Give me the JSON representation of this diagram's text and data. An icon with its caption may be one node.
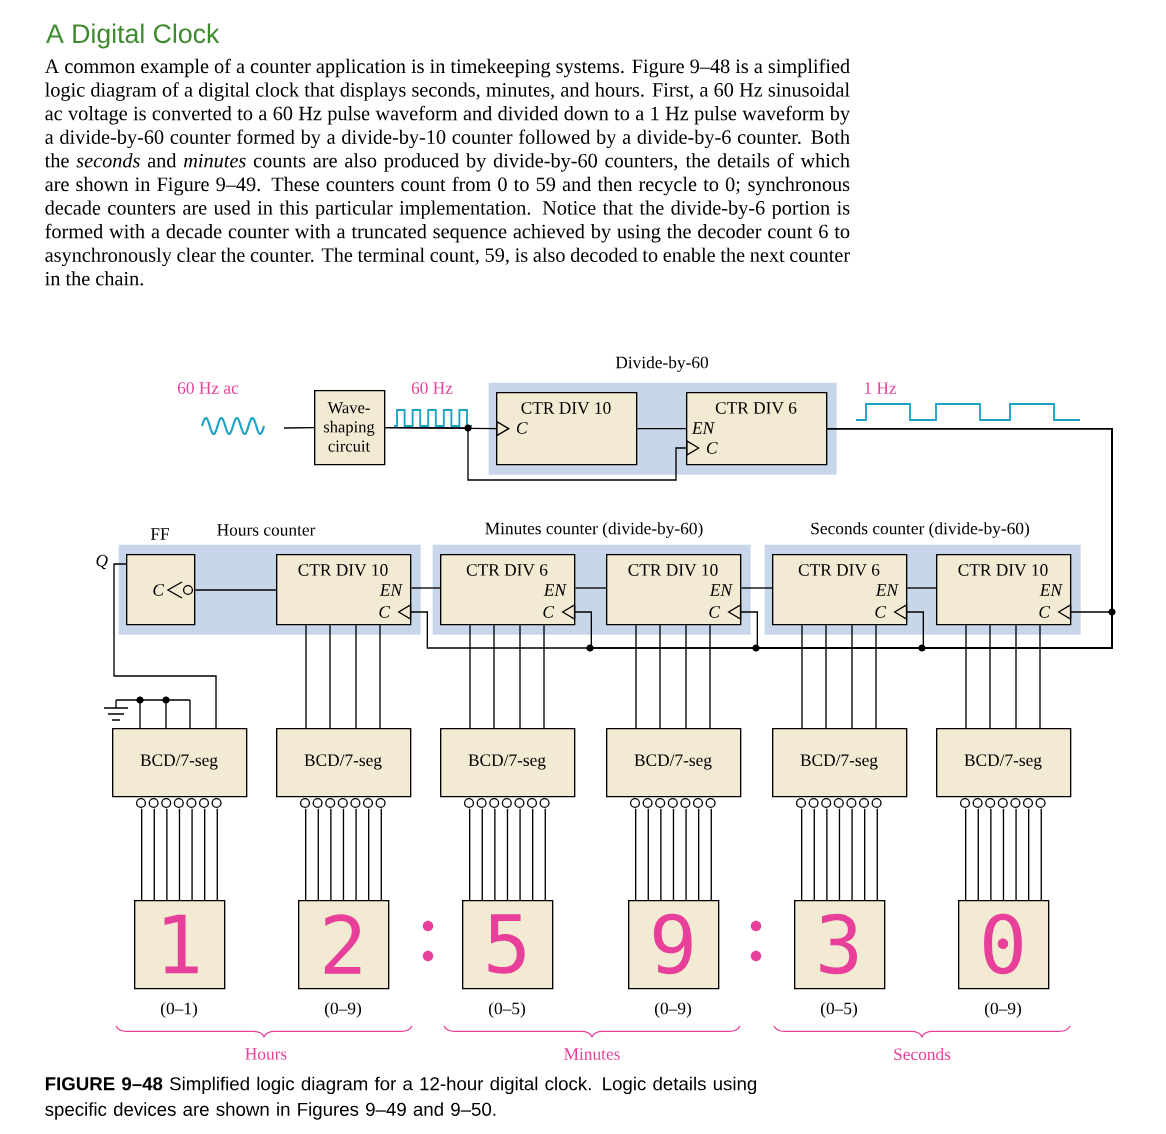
{
  "diagram": {
    "title": "A Digital Clock",
    "caption": "**FIGURE 9–48** Simplified logic diagram for a 12-hour digital clock. Logic details using specific devices are shown in Figures 9–49 and 9–50.",
    "nodes": [
      {
        "text": [
          "Divide-by-60"
        ]
      },
      {
        "text": [
          "Wave-shaping circuit"
        ]
      },
      {
        "text": [
          "CTR DIV 10",
          "C"
        ],
        "in": 0
      },
      {
        "text": [
          "CTR DIV 6",
          "EN",
          "C"
        ],
        "in": 0
      },
      {
        "text": [
          "Hours counter"
        ]
      },
      {
        "text": [
          "FF",
          "C"
        ],
        "beside": [
          "Q"
        ],
        "in": 4
      },
      {
        "text": [
          "CTR DIV 10",
          "EN",
          "C"
        ],
        "in": 4
      },
      {
        "text": [
          "Minutes counter (divide-by-60)"
        ]
      },
      {
        "text": [
          "CTR DIV 6",
          "EN",
          "C"
        ],
        "in": 7
      },
      {
        "text": [
          "CTR DIV 10",
          "EN",
          "C"
        ],
        "in": 7
      },
      {
        "text": [
          "Seconds counter (divide-by-60)"
        ]
      },
      {
        "text": [
          "CTR DIV 6",
          "EN",
          "C"
        ],
        "in": 10
      },
      {
        "text": [
          "CTR DIV 10",
          "EN",
          "C"
        ],
        "in": 10
      },
      {
        "text": [
          "BCD/7-seg"
        ]
      },
      {
        "text": [
          "BCD/7-seg"
        ]
      },
      {
        "text": [
          "BCD/7-seg"
        ]
      },
      {
        "text": [
          "BCD/7-seg"
        ]
      },
      {
        "text": [
          "BCD/7-seg"
        ]
      },
      {
        "text": [
          "BCD/7-seg"
        ]
      },
      {
        "text": [
          "1"
        ],
        "beside": [
          "(0–1)"
        ]
      },
      {
        "text": [
          "2"
        ],
        "beside": [
          "(0–9)"
        ]
      },
      {
        "text": [
          "5"
        ],
        "beside": [
          "(0–5)"
        ]
      },
      {
        "text": [
          "9"
        ],
        "beside": [
          "(0–9)"
        ]
      },
      {
        "text": [
          "3"
        ],
        "beside": [
          "(0–5)"
        ]
      },
      {
        "text": [
          "0"
        ],
        "beside": [
          "(0–9)"
        ]
      }
    ],
    "edges": [
      {
        "from": null,
        "to": 1,
        "arrow": "none"
      },
      {
        "from": 1,
        "to": 2,
        "arrow": "to"
      },
      {
        "from": 1,
        "to": 3,
        "arrow": "to"
      },
      {
        "from": 2,
        "to": 3,
        "arrow": "none"
      },
      {
        "from": 3,
        "to": 12,
        "arrow": "to"
      },
      {
        "from": 3,
        "to": 11,
        "arrow": "to"
      },
      {
        "from": 3,
        "to": 9,
        "arrow": "to"
      },
      {
        "from": 3,
        "to": 8,
        "arrow": "to"
      },
      {
        "from": 3,
        "to": 6,
        "arrow": "to"
      },
      {
        "from": 12,
        "to": 11,
        "arrow": "none"
      },
      {
        "from": 11,
        "to": 9,
        "arrow": "none"
      },
      {
        "from": 9,
        "to": 8,
        "arrow": "none"
      },
      {
        "from": 8,
        "to": 6,
        "arrow": "none"
      },
      {
        "from": 6,
        "to": 5,
        "arrow": "none"
      },
      {
        "from": 5,
        "to": 13,
        "arrow": "none"
      },
      {
        "from": 6,
        "to": 14,
        "arrow": "none"
      },
      {
        "from": 8,
        "to": 15,
        "arrow": "none"
      },
      {
        "from": 9,
        "to": 16,
        "arrow": "none"
      },
      {
        "from": 11,
        "to": 17,
        "arrow": "none"
      },
      {
        "from": 12,
        "to": 18,
        "arrow": "none"
      },
      {
        "from": 13,
        "to": 19,
        "arrow": "none"
      },
      {
        "from": 14,
        "to": 20,
        "arrow": "none"
      },
      {
        "from": 15,
        "to": 21,
        "arrow": "none"
      },
      {
        "from": 16,
        "to": 22,
        "arrow": "none"
      },
      {
        "from": 17,
        "to": 23,
        "arrow": "none"
      },
      {
        "from": 18,
        "to": 24,
        "arrow": "none"
      }
    ],
    "labels": [
      "A common example of a counter application is in timekeeping systems. Figure 9–48 is a simplified logic diagram of a digital clock that displays seconds, minutes, and hours. First, a 60 Hz sinusoidal ac voltage is converted to a 60 Hz pulse waveform and divided down to a 1 Hz pulse waveform by a divide-by-60 counter formed by a divide-by-10 counter followed by a divide-by-6 counter. Both the *seconds* and *minutes* counts are also produced by divide-by-60 counters, the details of which are shown in Figure 9–49. These counters count from 0 to 59 and then recycle to 0; synchronous decade counters are used in this particular implementation. Notice that the divide-by-6 portion is formed with a decade counter with a truncated sequence achieved by using the decoder count 6 to asynchronously clear the counter. The terminal count, 59, is also decoded to enable the next counter in the chain.",
      "60 Hz ac",
      "60 Hz",
      "1 Hz",
      "Hours",
      "Minutes",
      "Seconds"
    ]
  }
}
